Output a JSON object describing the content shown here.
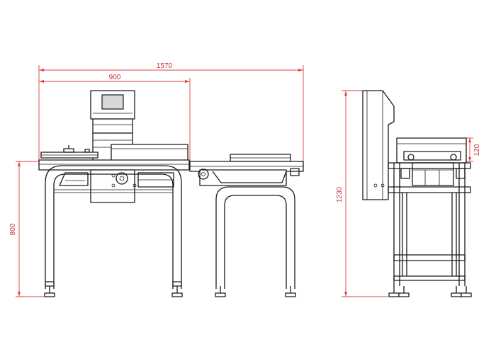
{
  "dimensions": {
    "overall_length": "1570",
    "machine_length": "900",
    "table_height": "800",
    "total_height": "1230",
    "conveyor_height": "120"
  },
  "colors": {
    "line": "#1a1a1a",
    "dimension": "#e04040",
    "dimension_text": "#c43030",
    "screen": "#d8d8d8"
  }
}
